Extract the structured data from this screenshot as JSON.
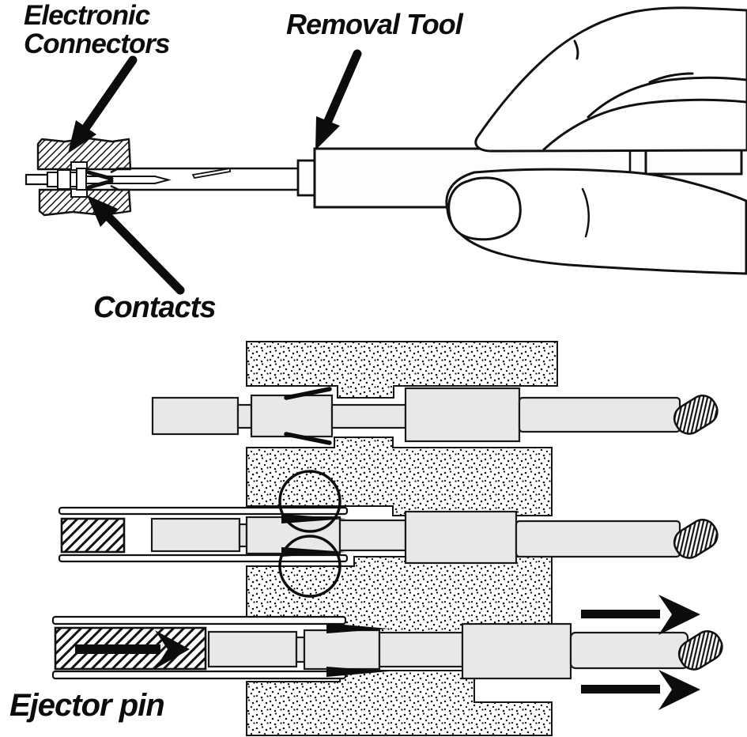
{
  "figure": {
    "type": "technical-illustration",
    "subject": "Electronic connector contact removal tool usage and ejection sequence"
  },
  "labels": {
    "electronic_connectors": {
      "line1": "Electronic",
      "line2": "Connectors"
    },
    "removal_tool": "Removal Tool",
    "contacts": "Contacts",
    "ejector_pin": "Ejector pin"
  },
  "colors": {
    "ink": "#111111",
    "paper": "#ffffff",
    "contact_fill": "#e8e8e8",
    "tool_fill": "#fdfdfd"
  }
}
